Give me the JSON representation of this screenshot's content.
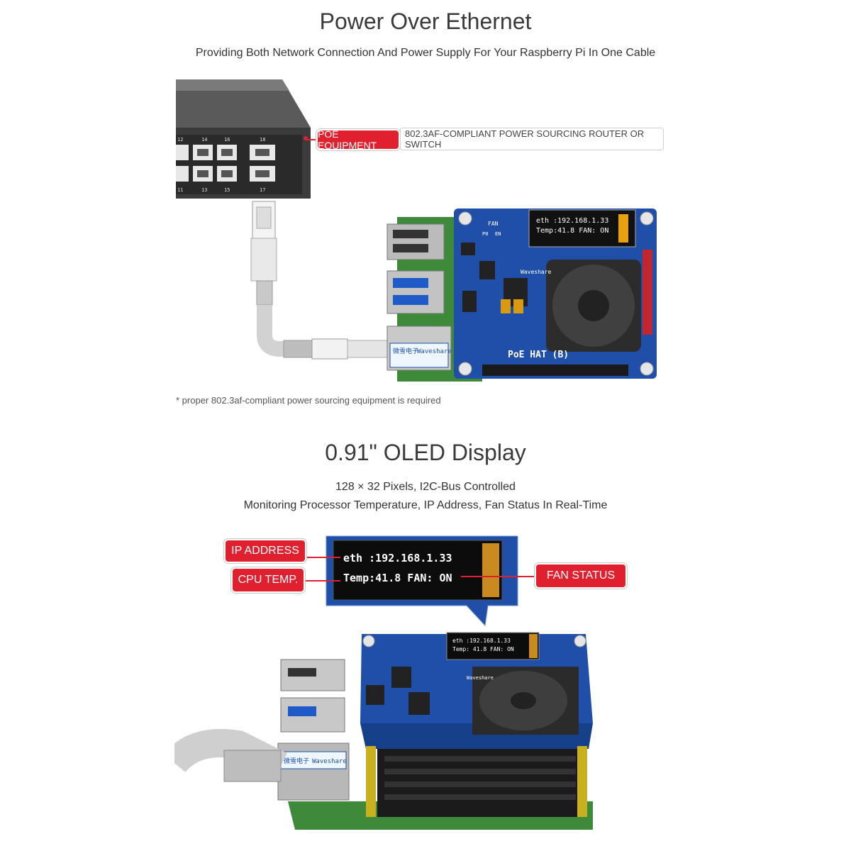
{
  "section1": {
    "title": "Power Over Ethernet",
    "subtitle": "Providing Both Network Connection And Power Supply For Your Raspberry Pi In One Cable",
    "tag": "POE EQUIPMENT",
    "tag_desc": "802.3AF-COMPLIANT POWER SOURCING ROUTER OR SWITCH",
    "switch_ports": [
      "12",
      "14",
      "16",
      "18",
      "11",
      "13",
      "15",
      "17"
    ],
    "board_label": "PoE HAT (B)",
    "board_brand": "Waveshare",
    "connector_brand": "Waveshare",
    "board_marks": [
      "FAN",
      "P0",
      "EN"
    ],
    "oled_line1": "eth :192.168.1.33",
    "oled_line2": "Temp:41.8  FAN: ON",
    "footnote": "* proper 802.3af-compliant power sourcing equipment is required"
  },
  "section2": {
    "title": "0.91\" OLED Display",
    "line1": "128 × 32 Pixels, I2C-Bus Controlled",
    "line2": "Monitoring Processor Temperature, IP Address, Fan Status In Real-Time",
    "tag_ip": "IP ADDRESS",
    "tag_cpu": "CPU TEMP.",
    "tag_fan": "FAN STATUS",
    "oled_line1": "eth :192.168.1.33",
    "oled_line2": "Temp:41.8  FAN: ON",
    "small_oled_line1": "eth :192.168.1.33",
    "small_oled_line2": "Temp: 41.8  FAN: ON",
    "board_brand": "Waveshare",
    "connector_brand": "Waveshare"
  },
  "colors": {
    "accent_red": "#e0202e",
    "board_blue": "#1f4fa8",
    "pi_green": "#3d8a3a"
  }
}
